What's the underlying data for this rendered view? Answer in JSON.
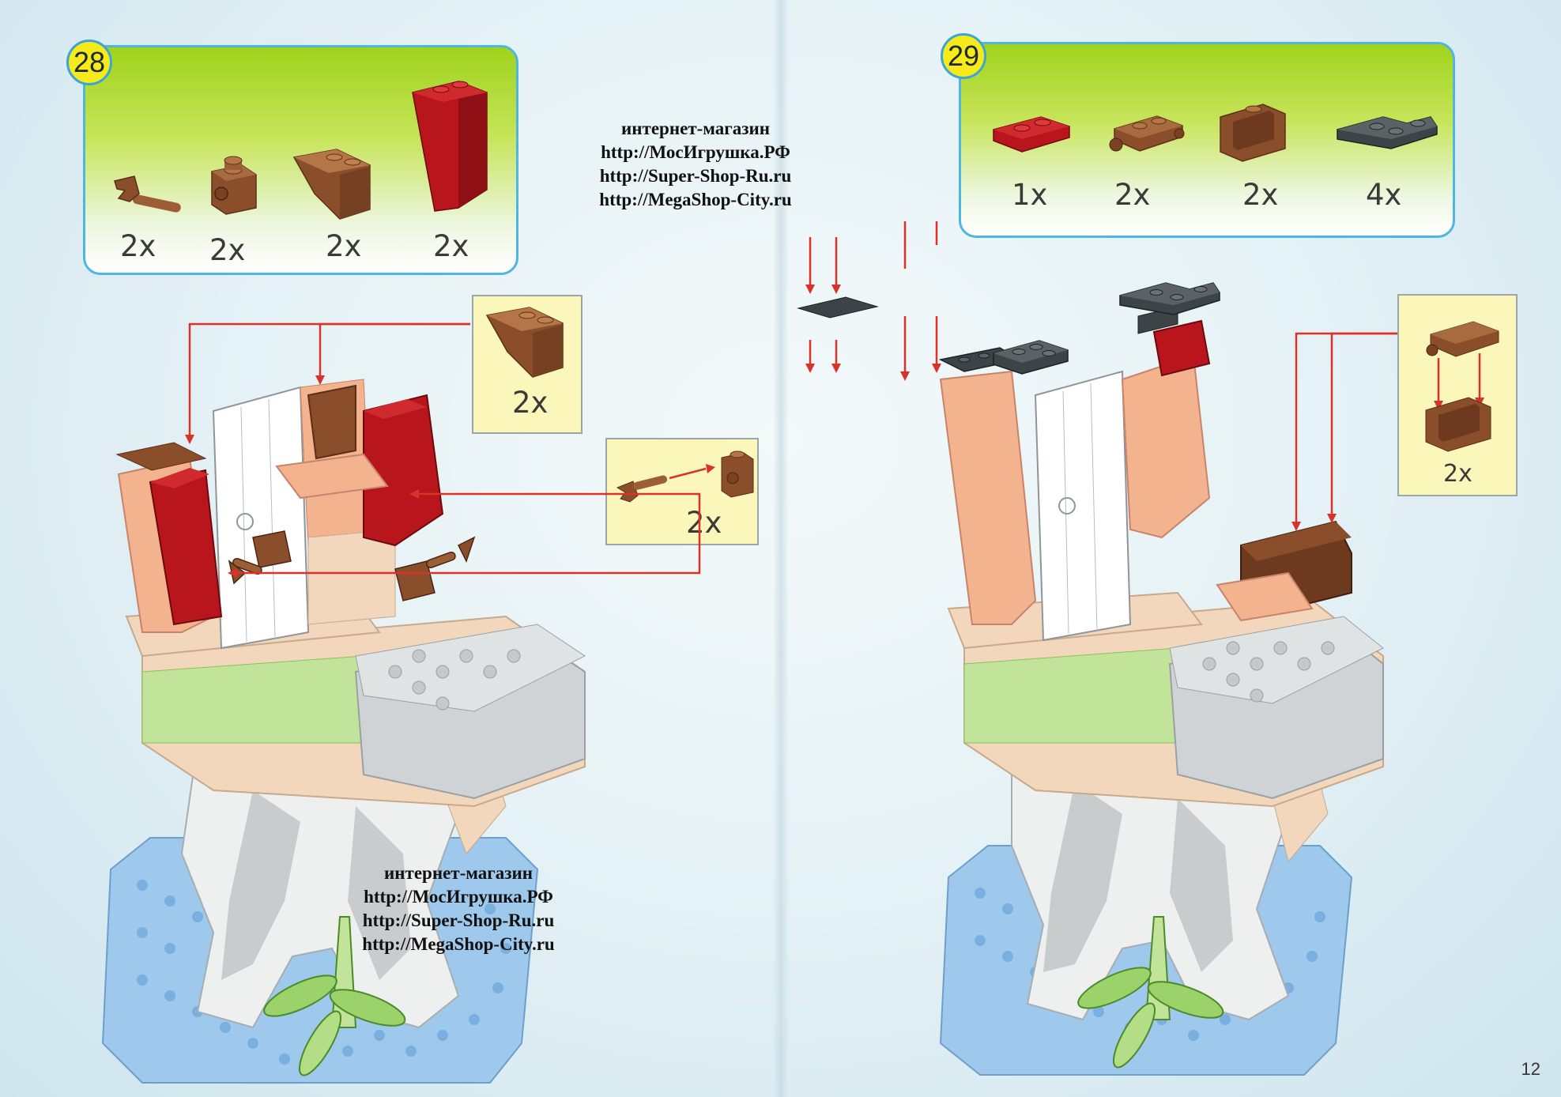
{
  "page_number": "12",
  "watermark_lines": [
    "интернет-магазин",
    "http://МосИгрушка.РФ",
    "http://Super-Shop-Ru.ru",
    "http://MegaShop-City.ru"
  ],
  "step28": {
    "number": "28",
    "parts": [
      {
        "name": "clip-bar-brown",
        "qty": "2x"
      },
      {
        "name": "brick-1x1-side-stud-brown",
        "qty": "2x"
      },
      {
        "name": "slope-inverted-brown",
        "qty": "2x"
      },
      {
        "name": "slope-tall-red",
        "qty": "2x"
      }
    ],
    "callout_slope_qty": "2x",
    "callout_clip_qty": "2x"
  },
  "step29": {
    "number": "29",
    "parts": [
      {
        "name": "plate-1x2-red",
        "qty": "1x"
      },
      {
        "name": "plate-clip-brown",
        "qty": "2x"
      },
      {
        "name": "bracket-brown",
        "qty": "2x"
      },
      {
        "name": "plate-corner-dark-grey",
        "qty": "4x"
      }
    ],
    "callout_qty": "2x"
  },
  "colors": {
    "box_border": "#4fb6e3",
    "box_green": "#9fd31c",
    "badge": "#f6ea1a",
    "callout": "#fbf6b9",
    "arrow": "#d8322a",
    "brown": "#8a4e2a",
    "red": "#b8151c",
    "dark_grey": "#3d4447"
  }
}
